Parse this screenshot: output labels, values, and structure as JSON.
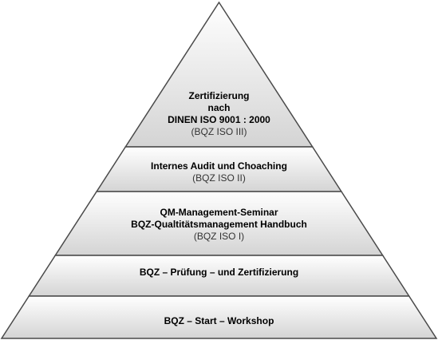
{
  "diagram": {
    "type": "pyramid",
    "colors": {
      "outline": "#4a4a4a",
      "fill_top": "#ffffff",
      "fill_bottom": "#d4d4d4"
    },
    "levels": [
      {
        "title_lines": [
          "Zertifizierung",
          "nach",
          "DINEN ISO 9001 : 2000"
        ],
        "subtitle": "(BQZ ISO III)"
      },
      {
        "title_lines": [
          "Internes Audit und Choaching"
        ],
        "subtitle": "(BQZ ISO II)"
      },
      {
        "title_lines": [
          "QM-Management-Seminar",
          "BQZ-Qualtitätsmanagement Handbuch"
        ],
        "subtitle": "(BQZ ISO I)"
      },
      {
        "title_lines": [
          "BQZ – Prüfung – und Zertifizierung"
        ],
        "subtitle": ""
      },
      {
        "title_lines": [
          "BQZ – Start – Workshop"
        ],
        "subtitle": ""
      }
    ]
  }
}
